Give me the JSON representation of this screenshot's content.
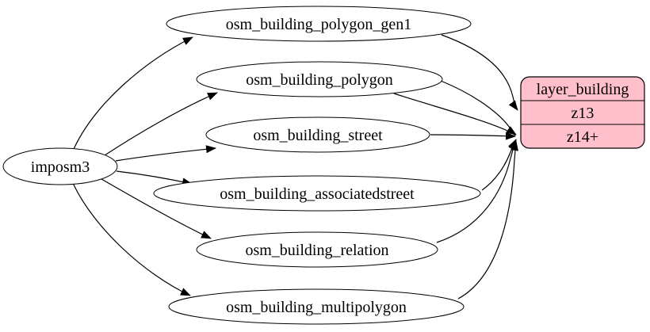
{
  "diagram": {
    "kind": "etl-graph",
    "background": "#ffffff",
    "source_node": {
      "id": "imposm3",
      "label": "imposm3"
    },
    "table_nodes": [
      {
        "id": "osm_building_polygon_gen1",
        "label": "osm_building_polygon_gen1"
      },
      {
        "id": "osm_building_polygon",
        "label": "osm_building_polygon"
      },
      {
        "id": "osm_building_street",
        "label": "osm_building_street"
      },
      {
        "id": "osm_building_associatedstreet",
        "label": "osm_building_associatedstreet"
      },
      {
        "id": "osm_building_relation",
        "label": "osm_building_relation"
      },
      {
        "id": "osm_building_multipolygon",
        "label": "osm_building_multipolygon"
      }
    ],
    "layer_node": {
      "id": "layer_building",
      "title": "layer_building",
      "rows": [
        {
          "label": "z13"
        },
        {
          "label": "z14+"
        }
      ],
      "fill": "#ffc0cb",
      "stroke": "#000000"
    },
    "edges": [
      {
        "from": "imposm3",
        "to": "osm_building_polygon_gen1"
      },
      {
        "from": "imposm3",
        "to": "osm_building_polygon"
      },
      {
        "from": "imposm3",
        "to": "osm_building_street"
      },
      {
        "from": "imposm3",
        "to": "osm_building_associatedstreet"
      },
      {
        "from": "imposm3",
        "to": "osm_building_relation"
      },
      {
        "from": "imposm3",
        "to": "osm_building_multipolygon"
      },
      {
        "from": "osm_building_polygon_gen1",
        "to": "layer_building:z13"
      },
      {
        "from": "osm_building_polygon",
        "to": "layer_building:z14+"
      },
      {
        "from": "osm_building_street",
        "to": "layer_building:z14+"
      },
      {
        "from": "osm_building_associatedstreet",
        "to": "layer_building:z14+"
      },
      {
        "from": "osm_building_relation",
        "to": "layer_building:z14+"
      },
      {
        "from": "osm_building_multipolygon",
        "to": "layer_building:z14+"
      }
    ],
    "colors": {
      "node_fill": "#ffffff",
      "edge_stroke": "#000000",
      "layer_fill": "#ffc0cb"
    }
  }
}
